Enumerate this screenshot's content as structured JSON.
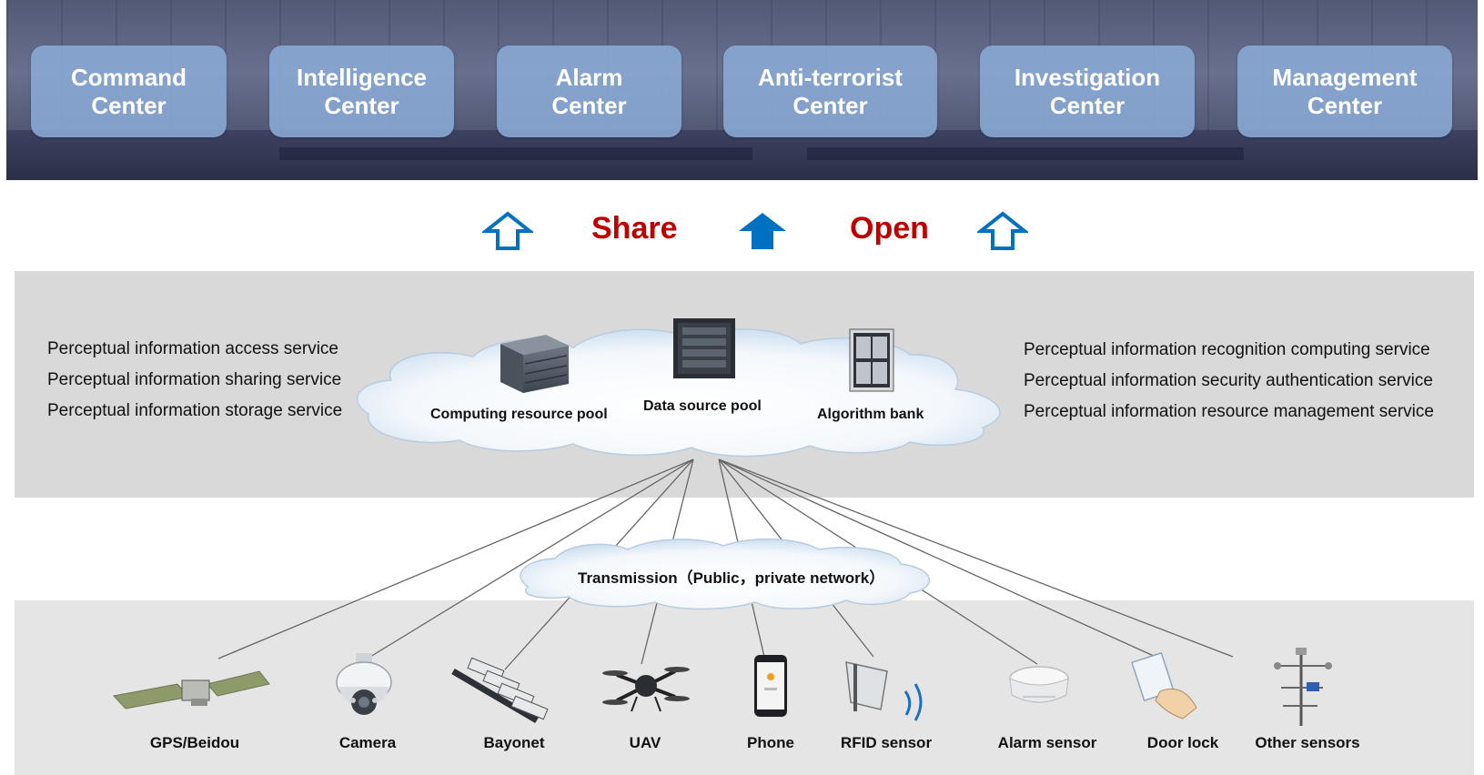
{
  "centers": [
    {
      "label": "Command\nCenter"
    },
    {
      "label": "Intelligence\nCenter"
    },
    {
      "label": "Alarm\nCenter"
    },
    {
      "label": "Anti-terrorist\nCenter"
    },
    {
      "label": "Investigation\nCenter"
    },
    {
      "label": "Management\nCenter"
    }
  ],
  "flow": {
    "share": "Share",
    "open": "Open"
  },
  "services_left": [
    "Perceptual information access service",
    "Perceptual information sharing service",
    "Perceptual information storage service"
  ],
  "services_right": [
    "Perceptual information recognition computing service",
    "Perceptual information security authentication service",
    "Perceptual information resource management service"
  ],
  "cloud": {
    "computing": "Computing resource  pool",
    "data_source": "Data source pool",
    "algorithm": "Algorithm bank"
  },
  "transmission": "Transmission（Public，private network）",
  "devices": [
    {
      "label": "GPS/Beidou",
      "icon": "satellite-icon"
    },
    {
      "label": "Camera",
      "icon": "dome-camera-icon"
    },
    {
      "label": "Bayonet",
      "icon": "bayonet-camera-icon"
    },
    {
      "label": "UAV",
      "icon": "drone-icon"
    },
    {
      "label": "Phone",
      "icon": "phone-icon"
    },
    {
      "label": "RFID sensor",
      "icon": "rfid-reader-icon"
    },
    {
      "label": "Alarm sensor",
      "icon": "smoke-detector-icon"
    },
    {
      "label": "Door lock",
      "icon": "card-reader-icon"
    },
    {
      "label": "Other sensors",
      "icon": "weather-station-icon"
    }
  ],
  "colors": {
    "accent_red": "#c00000",
    "arrow_blue": "#0070c0",
    "center_box": "#8aaad6",
    "band_gray": "#d9d9d9"
  }
}
